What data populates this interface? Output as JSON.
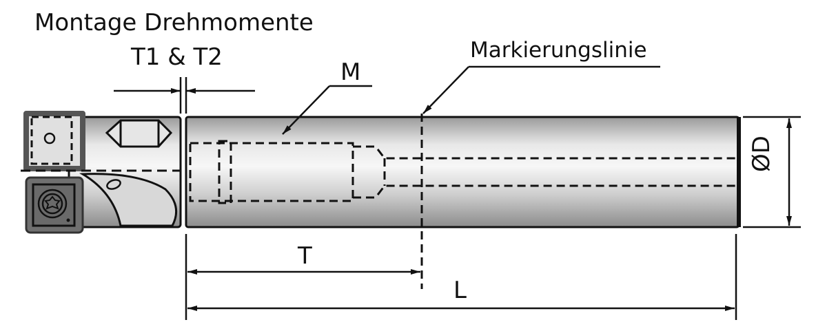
{
  "labels": {
    "title": "Montage Drehmomente",
    "torque": "T1 & T2",
    "thread": "M",
    "marking_line": "Markierungslinie",
    "depth": "T",
    "length": "L",
    "diameter": "ØD"
  },
  "colors": {
    "line": "#111111",
    "insert": "#707070",
    "metal_light": "#f2f2f2",
    "metal_dark": "#8c8c8c"
  }
}
